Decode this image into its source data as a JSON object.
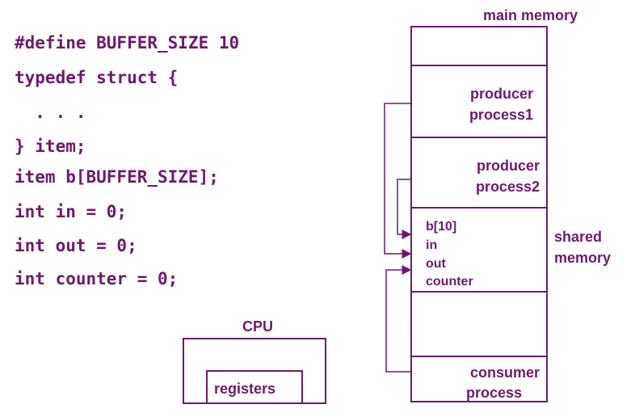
{
  "code_lines": [
    "#define BUFFER_SIZE 10",
    "typedef struct {",
    "  . . .",
    "} item;",
    "item b[BUFFER_SIZE];",
    "int in = 0;",
    "int out = 0;",
    "int counter = 0;"
  ],
  "main_memory": {
    "title": "main memory",
    "producer1_line1": "producer",
    "producer1_line2": "process1",
    "producer2_line1": "producer",
    "producer2_line2": "process2",
    "shared_vars": [
      "b[10]",
      "in",
      "out",
      "counter"
    ],
    "shared_label_line1": "shared",
    "shared_label_line2": "memory",
    "consumer_line1": "consumer",
    "consumer_line2": "process"
  },
  "cpu": {
    "title": "CPU",
    "registers": "registers"
  },
  "colors": {
    "primary": "#6d1a6d"
  }
}
